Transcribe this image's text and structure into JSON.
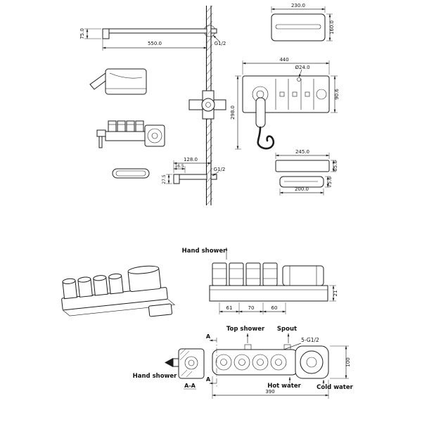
{
  "page": {
    "background": "#ffffff",
    "line_color": "#1c1c1c"
  },
  "drawing": {
    "top_section": {
      "arm_length": "550.0",
      "arm_drop": "75.0",
      "arm_thread": "G1/2",
      "head_width": "230.0",
      "head_depth": "160.0",
      "trim_width": "440",
      "trim_hole_dia": "Ø24.0",
      "trim_height": "90.6",
      "assembly_height": "298.0",
      "plate_width": "245.0",
      "plate_height": "65.6",
      "profile_width": "200.0",
      "profile_height": "75.6",
      "spout_length": "128.0",
      "spout_offset": "16.5",
      "spout_height": "27.5",
      "spout_thread": "G1/2"
    },
    "elevation": {
      "hand_shower_label": "Hand shower",
      "spacing": [
        "61",
        "70",
        "60"
      ],
      "body_height": "21"
    },
    "plan": {
      "top_shower_label": "Top shower",
      "spout_label": "Spout",
      "ports_label": "5-G1/2",
      "hot_water_label": "Hot water",
      "cold_water_label": "Cold water",
      "hand_shower_label": "Hand shower",
      "section_marker_top": "A",
      "section_marker_bottom": "A",
      "section_view_label": "A-A",
      "body_width": "390",
      "body_depth": "100"
    }
  }
}
